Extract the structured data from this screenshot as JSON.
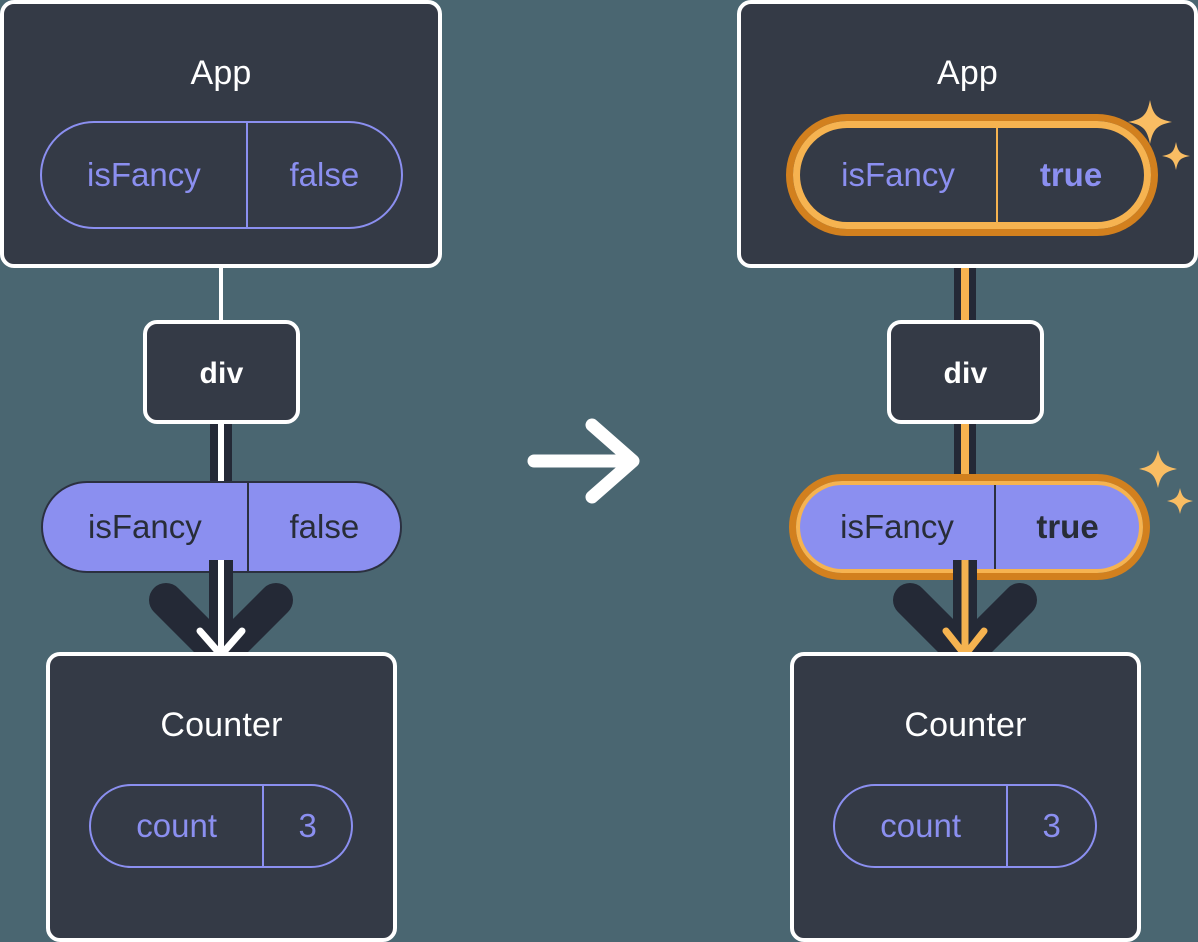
{
  "diagram": {
    "title": "React state update propagation",
    "type": "component-tree-comparison",
    "background_color": "#4a6671",
    "box_fill_color": "#343a46",
    "box_border_color": "#ffffff",
    "pill_accent_color": "#8b8ff0",
    "highlight_outer_color": "#d2801e",
    "highlight_inner_color": "#f6b350",
    "connector_dark_color": "#242936",
    "transition_arrow": "right-arrow"
  },
  "panels": [
    {
      "id": "before",
      "side": "left",
      "app": {
        "label": "App",
        "state": {
          "name": "isFancy",
          "value": "false",
          "bold": false,
          "highlighted": false
        }
      },
      "div": {
        "label": "div"
      },
      "prop": {
        "name": "isFancy",
        "value": "false",
        "bold": false,
        "highlighted": false
      },
      "counter": {
        "label": "Counter",
        "state": {
          "name": "count",
          "value": "3",
          "bold": false,
          "highlighted": false
        }
      },
      "sparkles": false
    },
    {
      "id": "after",
      "side": "right",
      "app": {
        "label": "App",
        "state": {
          "name": "isFancy",
          "value": "true",
          "bold": true,
          "highlighted": true
        }
      },
      "div": {
        "label": "div"
      },
      "prop": {
        "name": "isFancy",
        "value": "true",
        "bold": true,
        "highlighted": true
      },
      "counter": {
        "label": "Counter",
        "state": {
          "name": "count",
          "value": "3",
          "bold": false,
          "highlighted": false
        }
      },
      "sparkles": true
    }
  ]
}
